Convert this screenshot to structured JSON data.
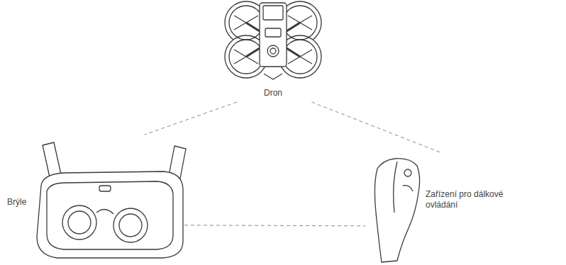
{
  "diagram": {
    "nodes": [
      {
        "text": [
          "Dron"
        ]
      },
      {
        "text": [
          "Brýle"
        ]
      },
      {
        "text": [
          "Zařízení pro dálkové ovládání"
        ]
      }
    ],
    "edges": [
      {
        "from": 0,
        "to": 1,
        "arrow": "none"
      },
      {
        "from": 0,
        "to": 2,
        "arrow": "none"
      },
      {
        "from": 1,
        "to": 2,
        "arrow": "none"
      }
    ]
  }
}
